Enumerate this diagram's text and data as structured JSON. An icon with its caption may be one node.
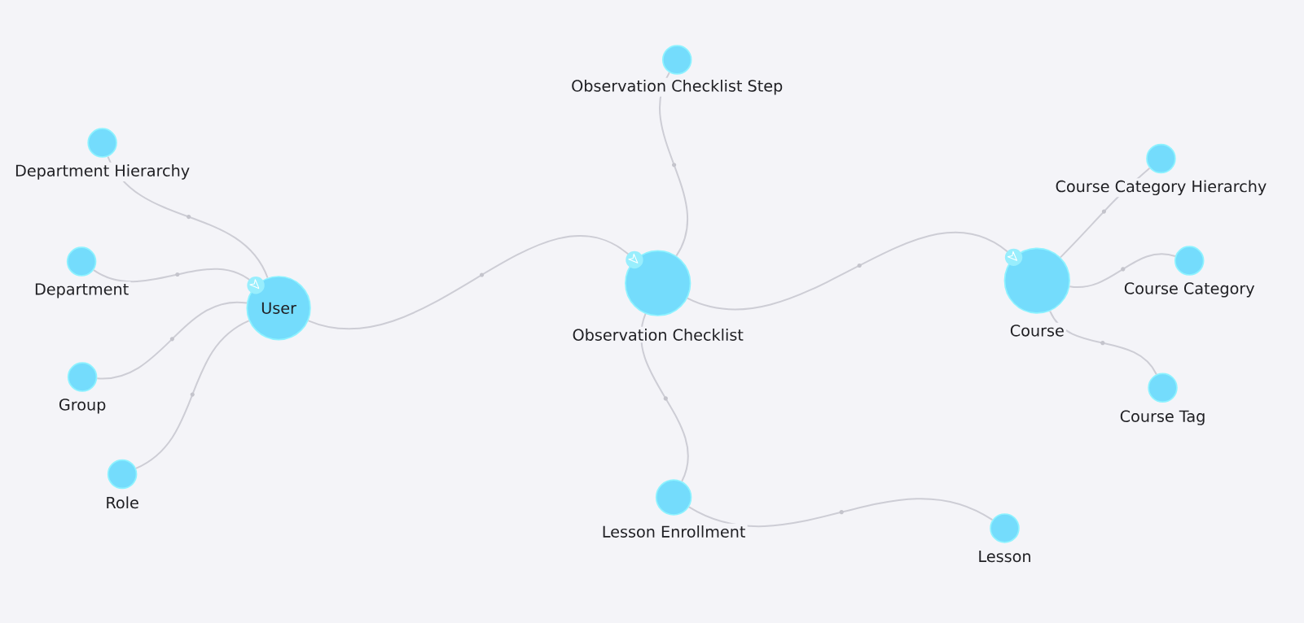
{
  "diagram": {
    "nodes": [
      {
        "text": [
          "Department Hierarchy"
        ]
      },
      {
        "text": [
          "Department"
        ]
      },
      {
        "text": [
          "Group"
        ]
      },
      {
        "text": [
          "Role"
        ]
      },
      {
        "text": [
          "User"
        ]
      },
      {
        "text": [
          "Observation Checklist Step"
        ]
      },
      {
        "text": [
          "Observation Checklist"
        ]
      },
      {
        "text": [
          "Lesson Enrollment"
        ]
      },
      {
        "text": [
          "Lesson"
        ]
      },
      {
        "text": [
          "Course"
        ]
      },
      {
        "text": [
          "Course Category Hierarchy"
        ]
      },
      {
        "text": [
          "Course Category"
        ]
      },
      {
        "text": [
          "Course Tag"
        ]
      }
    ],
    "edges": [
      {
        "from": 0,
        "to": 4,
        "arrow": "none"
      },
      {
        "from": 1,
        "to": 4,
        "arrow": "to"
      },
      {
        "from": 2,
        "to": 4,
        "arrow": "none"
      },
      {
        "from": 3,
        "to": 4,
        "arrow": "none"
      },
      {
        "from": 4,
        "to": 6,
        "arrow": "to"
      },
      {
        "from": 6,
        "to": 5,
        "arrow": "none"
      },
      {
        "from": 6,
        "to": 7,
        "arrow": "none"
      },
      {
        "from": 7,
        "to": 8,
        "arrow": "none"
      },
      {
        "from": 6,
        "to": 9,
        "arrow": "to"
      },
      {
        "from": 9,
        "to": 10,
        "arrow": "none"
      },
      {
        "from": 9,
        "to": 11,
        "arrow": "none"
      },
      {
        "from": 9,
        "to": 12,
        "arrow": "none"
      }
    ]
  }
}
